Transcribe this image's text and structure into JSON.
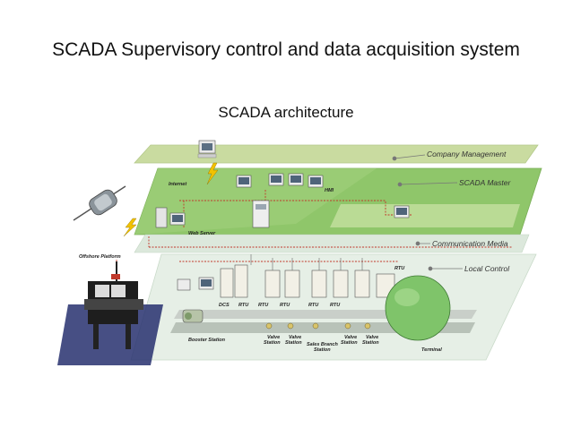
{
  "slide": {
    "title": "SCADA Supervisory control and data acquisition system",
    "subtitle": "SCADA architecture"
  },
  "diagram": {
    "layers": [
      {
        "label": "Company Management"
      },
      {
        "label": "SCADA Master"
      },
      {
        "label": "Communication Media"
      },
      {
        "label": "Local Control"
      }
    ],
    "labels": {
      "internet": "Internet",
      "hmi": "HMI",
      "web_server": "Web Server",
      "offshore_platform": "Offshore Platform",
      "rtu_top": "RTU",
      "dcs": "DCS",
      "rtu_list": [
        "RTU",
        "RTU",
        "RTU",
        "RTU",
        "RTU"
      ],
      "booster_station": "Booster Station",
      "valve_station_1": [
        "Valve",
        "Station"
      ],
      "valve_station_2": [
        "Valve",
        "Station"
      ],
      "sales_branch_station": [
        "Sales Branch",
        "Station"
      ],
      "valve_station_3": [
        "Valve",
        "Station"
      ],
      "valve_station_4": [
        "Valve",
        "Station"
      ],
      "terminal": "Terminal"
    },
    "colors": {
      "management_layer": "#c9dba0",
      "master_layer": "#8fc66a",
      "comm_layer": "#dce8dc",
      "local_layer": "#e6efe6",
      "comm_line": "#c0392b",
      "tank": "#7fc46a"
    }
  }
}
